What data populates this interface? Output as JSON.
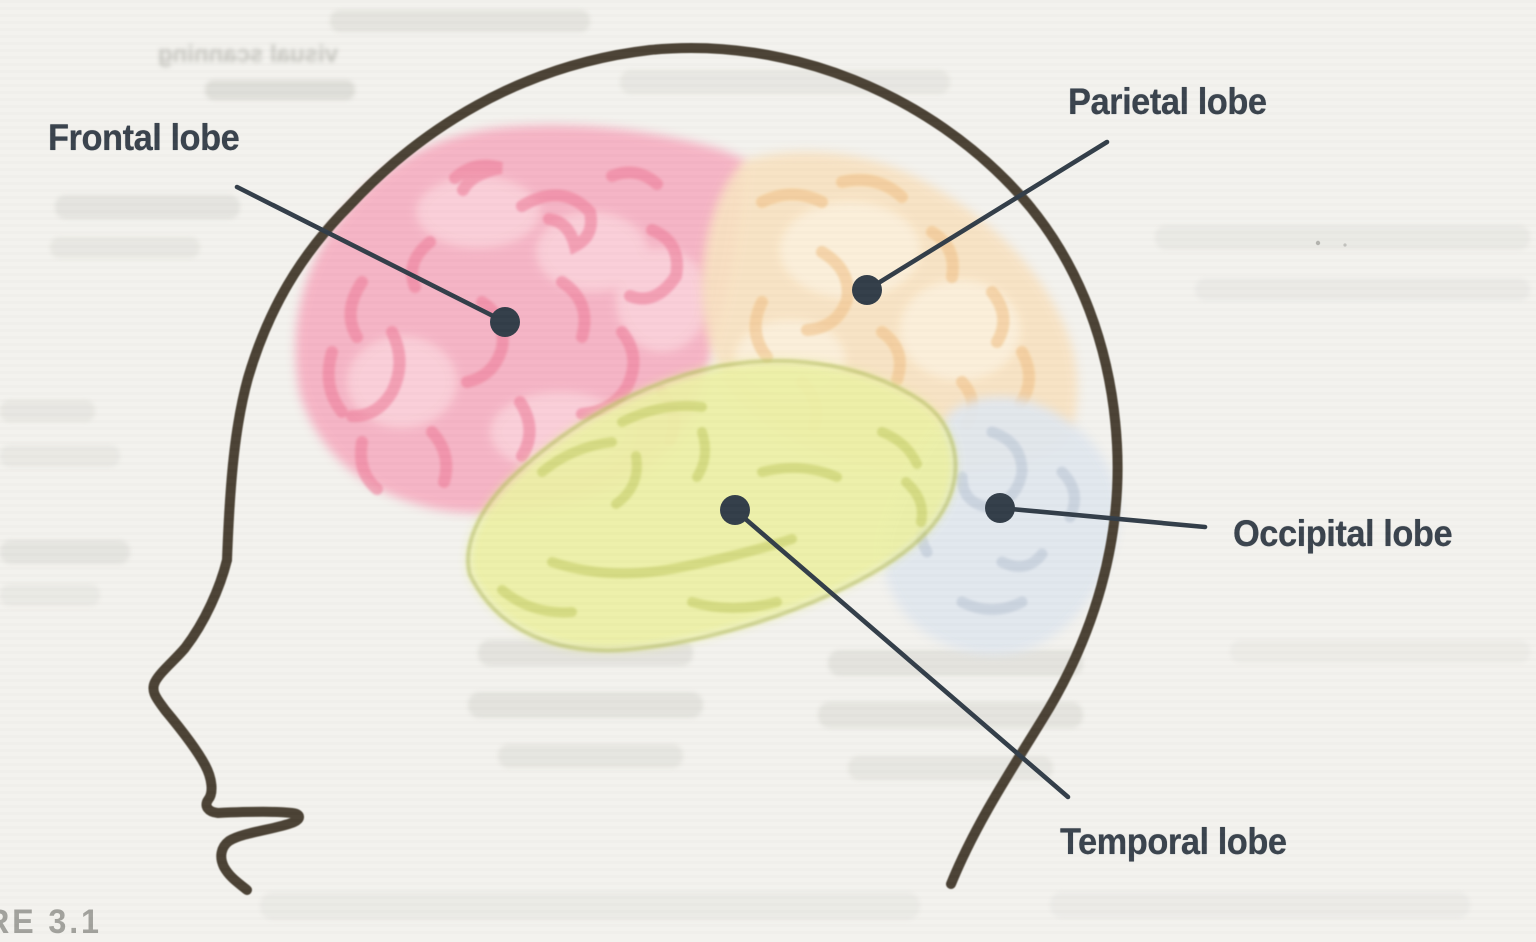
{
  "figure": {
    "caption_fragment": "RE 3.1"
  },
  "labels": {
    "frontal": "Frontal lobe",
    "parietal": "Parietal lobe",
    "occipital": "Occipital lobe",
    "temporal": "Temporal lobe"
  },
  "bleedthrough": {
    "visible_fragment": "visual scanning"
  },
  "colors": {
    "paper": "#f3f2ee",
    "outline": "#4c4236",
    "leader": "#333e49",
    "label_text": "#3a434d",
    "caption_text": "#a2a29d",
    "frontal": "#f6aec1",
    "frontal_stroke": "#ee7f9c",
    "frontal_light": "#fbd7de",
    "parietal": "#f8e2c2",
    "parietal_stroke": "#f0bf83",
    "parietal_light": "#fcf2e0",
    "temporal": "#ecf0a6",
    "temporal_stroke": "#c9d06e",
    "temporal_edge": "#b4bb60",
    "occipital": "#e1e7ee",
    "occipital_stroke": "#c2ccd9"
  }
}
